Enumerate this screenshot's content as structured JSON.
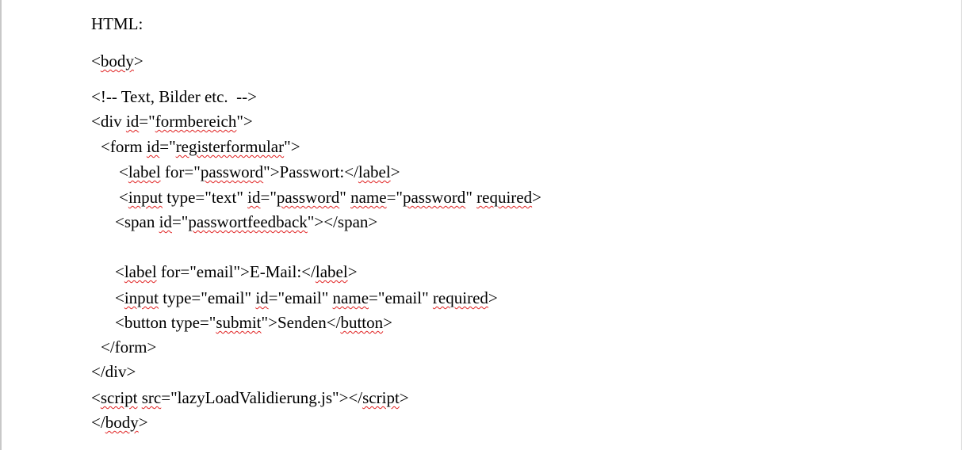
{
  "document": {
    "lines": [
      {
        "indent": 0,
        "segments": [
          {
            "t": "HTML:"
          }
        ]
      },
      {
        "indent": 0,
        "segments": [
          {
            "t": "<"
          },
          {
            "t": "body",
            "err": true
          },
          {
            "t": ">"
          }
        ]
      },
      {
        "indent": 0,
        "segments": [
          {
            "t": "<!-- Text, Bilder etc.  -->"
          }
        ]
      },
      {
        "indent": 0,
        "segments": [
          {
            "t": "<div "
          },
          {
            "t": "id",
            "err": true
          },
          {
            "t": "=\""
          },
          {
            "t": "formbereich",
            "err": true
          },
          {
            "t": "\">"
          }
        ]
      },
      {
        "indent": 1,
        "segments": [
          {
            "t": "<form "
          },
          {
            "t": "id",
            "err": true
          },
          {
            "t": "=\""
          },
          {
            "t": "registerformular",
            "err": true
          },
          {
            "t": "\">"
          }
        ]
      },
      {
        "indent": 3,
        "segments": [
          {
            "t": "<"
          },
          {
            "t": "label",
            "err": true
          },
          {
            "t": " for=\""
          },
          {
            "t": "password",
            "err": true
          },
          {
            "t": "\">Passwort:</"
          },
          {
            "t": "label",
            "err": true
          },
          {
            "t": ">"
          }
        ]
      },
      {
        "indent": 3,
        "segments": [
          {
            "t": "<"
          },
          {
            "t": "input",
            "err": true
          },
          {
            "t": " type=\"text\" "
          },
          {
            "t": "id",
            "err": true
          },
          {
            "t": "=\""
          },
          {
            "t": "password",
            "err": true
          },
          {
            "t": "\" "
          },
          {
            "t": "name",
            "err": true
          },
          {
            "t": "=\""
          },
          {
            "t": "password",
            "err": true
          },
          {
            "t": "\" "
          },
          {
            "t": "required",
            "err": true
          },
          {
            "t": ">"
          }
        ]
      },
      {
        "indent": 2,
        "segments": [
          {
            "t": "<span "
          },
          {
            "t": "id",
            "err": true
          },
          {
            "t": "=\""
          },
          {
            "t": "passwortfeedback",
            "err": true
          },
          {
            "t": "\"></span>"
          }
        ]
      },
      {
        "indent": 2,
        "segments": [
          {
            "t": ""
          }
        ]
      },
      {
        "indent": 2,
        "segments": [
          {
            "t": "<"
          },
          {
            "t": "label",
            "err": true
          },
          {
            "t": " for=\"email\">E-Mail:</"
          },
          {
            "t": "label",
            "err": true
          },
          {
            "t": ">"
          }
        ]
      },
      {
        "indent": 2,
        "segments": [
          {
            "t": "<"
          },
          {
            "t": "input",
            "err": true
          },
          {
            "t": " type=\"email\" "
          },
          {
            "t": "id",
            "err": true
          },
          {
            "t": "=\"email\" "
          },
          {
            "t": "name",
            "err": true
          },
          {
            "t": "=\"email\" "
          },
          {
            "t": "required",
            "err": true
          },
          {
            "t": ">"
          }
        ]
      },
      {
        "indent": 2,
        "segments": [
          {
            "t": "<button type=\""
          },
          {
            "t": "submit",
            "err": true
          },
          {
            "t": "\">Senden</"
          },
          {
            "t": "button",
            "err": true
          },
          {
            "t": ">"
          }
        ]
      },
      {
        "indent": 1,
        "segments": [
          {
            "t": "</form>"
          }
        ]
      },
      {
        "indent": 0,
        "segments": [
          {
            "t": "</div>"
          }
        ]
      },
      {
        "indent": 0,
        "segments": [
          {
            "t": "<"
          },
          {
            "t": "script",
            "err": true
          },
          {
            "t": " "
          },
          {
            "t": "src",
            "err": true
          },
          {
            "t": "=\"lazyLoadValidierung.js\"></"
          },
          {
            "t": "script",
            "err": true
          },
          {
            "t": ">"
          }
        ]
      },
      {
        "indent": 0,
        "segments": [
          {
            "t": "</"
          },
          {
            "t": "body",
            "err": true
          },
          {
            "t": ">"
          }
        ]
      }
    ]
  }
}
